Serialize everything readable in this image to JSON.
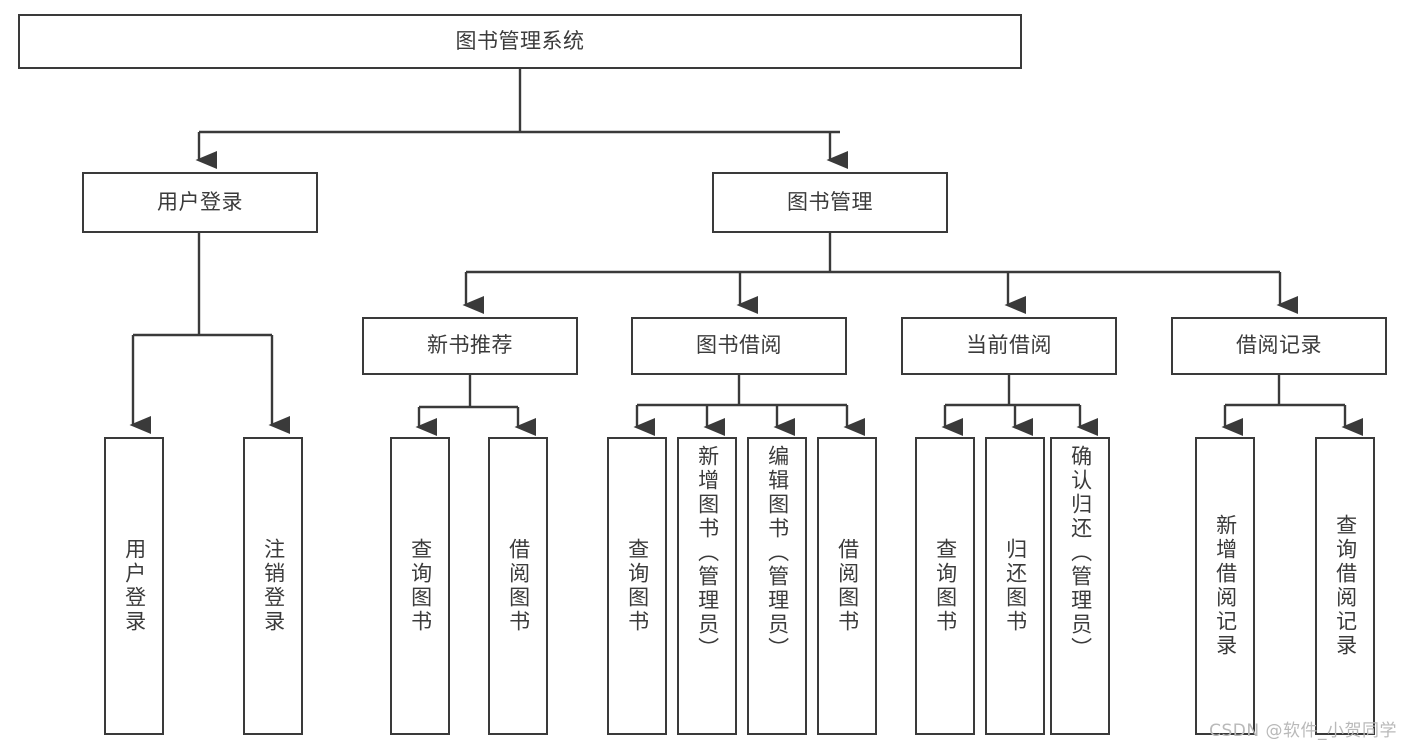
{
  "diagram": {
    "type": "hierarchy-tree",
    "title": "图书管理系统",
    "root": {
      "label": "图书管理系统"
    },
    "level1": [
      {
        "id": "user-login",
        "label": "用户登录"
      },
      {
        "id": "book-manage",
        "label": "图书管理"
      }
    ],
    "level2": [
      {
        "id": "new-book-recommend",
        "label": "新书推荐",
        "parent": "book-manage"
      },
      {
        "id": "book-borrow",
        "label": "图书借阅",
        "parent": "book-manage"
      },
      {
        "id": "current-borrow",
        "label": "当前借阅",
        "parent": "book-manage"
      },
      {
        "id": "borrow-record",
        "label": "借阅记录",
        "parent": "book-manage"
      }
    ],
    "leaves": {
      "user-login": [
        {
          "id": "leaf-user-login",
          "label": "用户登录"
        },
        {
          "id": "leaf-user-logout",
          "label": "注销登录"
        }
      ],
      "new-book-recommend": [
        {
          "id": "leaf-query-book-1",
          "label": "查询图书"
        },
        {
          "id": "leaf-borrow-book-1",
          "label": "借阅图书"
        }
      ],
      "book-borrow": [
        {
          "id": "leaf-query-book-2",
          "label": "查询图书"
        },
        {
          "id": "leaf-add-book",
          "label": "新增图书（管理员）"
        },
        {
          "id": "leaf-edit-book",
          "label": "编辑图书（管理员）"
        },
        {
          "id": "leaf-borrow-book-2",
          "label": "借阅图书"
        }
      ],
      "current-borrow": [
        {
          "id": "leaf-query-book-3",
          "label": "查询图书"
        },
        {
          "id": "leaf-return-book",
          "label": "归还图书"
        },
        {
          "id": "leaf-confirm-return",
          "label": "确认归还（管理员）"
        }
      ],
      "borrow-record": [
        {
          "id": "leaf-add-record",
          "label": "新增借阅记录"
        },
        {
          "id": "leaf-query-record",
          "label": "查询借阅记录"
        }
      ]
    },
    "colors": {
      "stroke": "#3a3a3a",
      "fill": "#ffffff",
      "text": "#3b3b3b",
      "watermark": "#b9b9b9"
    }
  },
  "watermark": {
    "text": "CSDN @软件_小贺同学"
  }
}
